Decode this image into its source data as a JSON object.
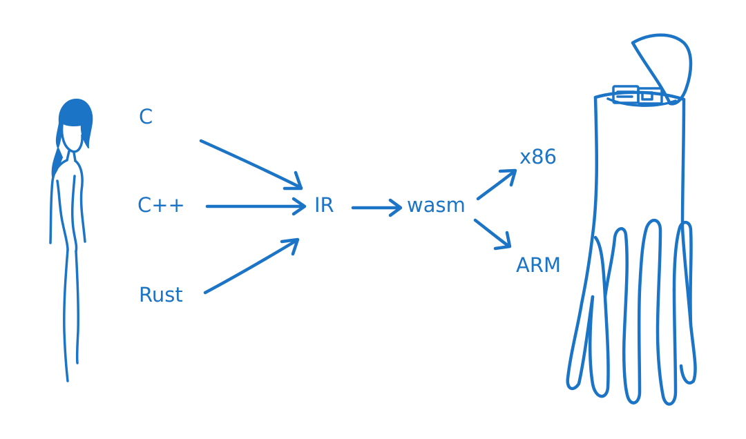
{
  "colors": {
    "ink": "#1b74c5",
    "background": "#ffffff"
  },
  "figures": {
    "person": "person-icon",
    "machine": "robot-icon"
  },
  "diagram": {
    "sources": [
      "C",
      "C++",
      "Rust"
    ],
    "intermediate": "IR",
    "output": "wasm",
    "targets": [
      "x86",
      "ARM"
    ]
  }
}
